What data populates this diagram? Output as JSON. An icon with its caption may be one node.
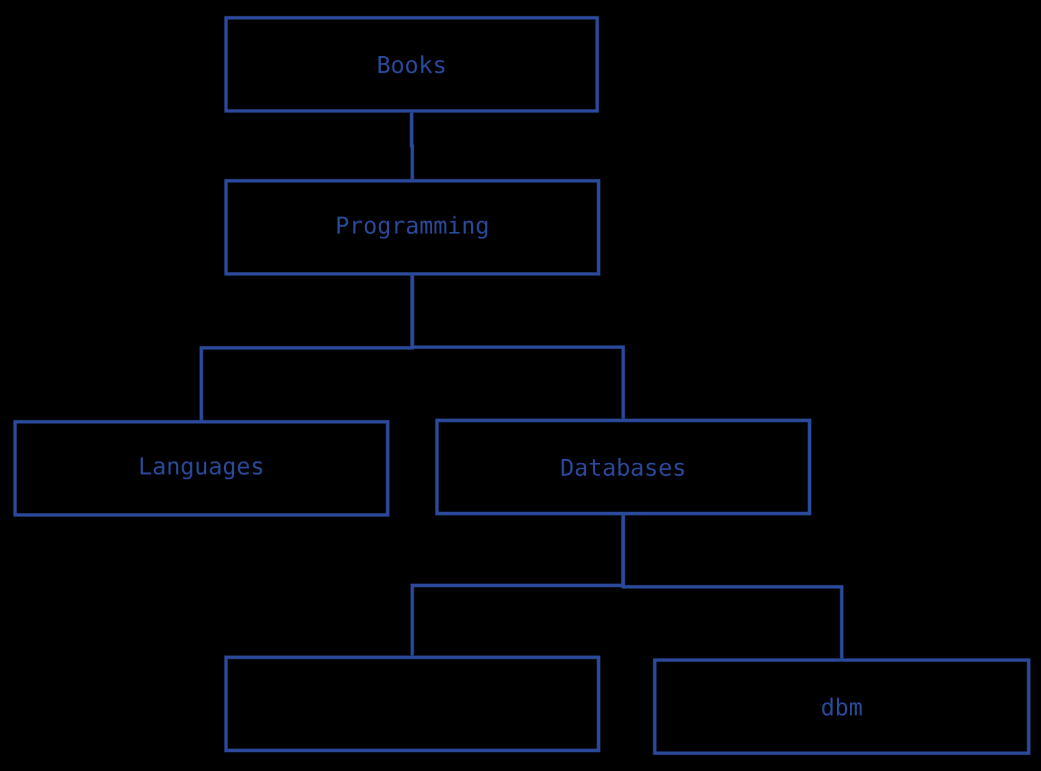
{
  "diagram": {
    "nodes": [
      {
        "text": [
          "Books"
        ]
      },
      {
        "text": [
          "Programming"
        ]
      },
      {
        "text": [
          "Languages"
        ]
      },
      {
        "text": [
          "Databases"
        ]
      },
      {
        "text": [],
        "shape": "box"
      },
      {
        "text": [
          "dbm"
        ]
      }
    ],
    "edges": [
      {
        "from": 0,
        "to": 1,
        "arrow": "none"
      },
      {
        "from": 1,
        "to": 2,
        "arrow": "none"
      },
      {
        "from": 1,
        "to": 3,
        "arrow": "none"
      },
      {
        "from": 3,
        "to": 4,
        "arrow": "none"
      },
      {
        "from": 3,
        "to": 5,
        "arrow": "none"
      }
    ]
  }
}
